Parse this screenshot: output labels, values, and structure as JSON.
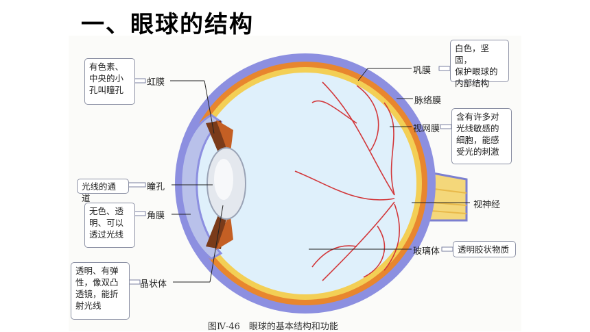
{
  "title": "一、眼球的结构",
  "caption": "图Ⅳ-46　眼球的基本结构和功能",
  "labels": {
    "iris": "虹膜",
    "pupil": "瞳孔",
    "cornea": "角膜",
    "lens": "晶状体",
    "sclera": "巩膜",
    "choroid": "脉络膜",
    "retina": "视网膜",
    "optic_nerve": "视神经",
    "vitreous": "玻璃体"
  },
  "notes": {
    "iris": "有色素、\n中央的小\n孔叫瞳孔",
    "pupil": "光线的通道",
    "cornea": "无色、透\n明、可以\n透过光线",
    "lens": "透明、有弹\n性，像双凸\n透镜，能折\n射光线",
    "sclera": "白色，坚固，\n保护眼球的\n内部结构",
    "retina": "含有许多对\n光线敏感的\n细胞，能感\n受光的刺激",
    "vitreous": "透明胶状物质"
  }
}
